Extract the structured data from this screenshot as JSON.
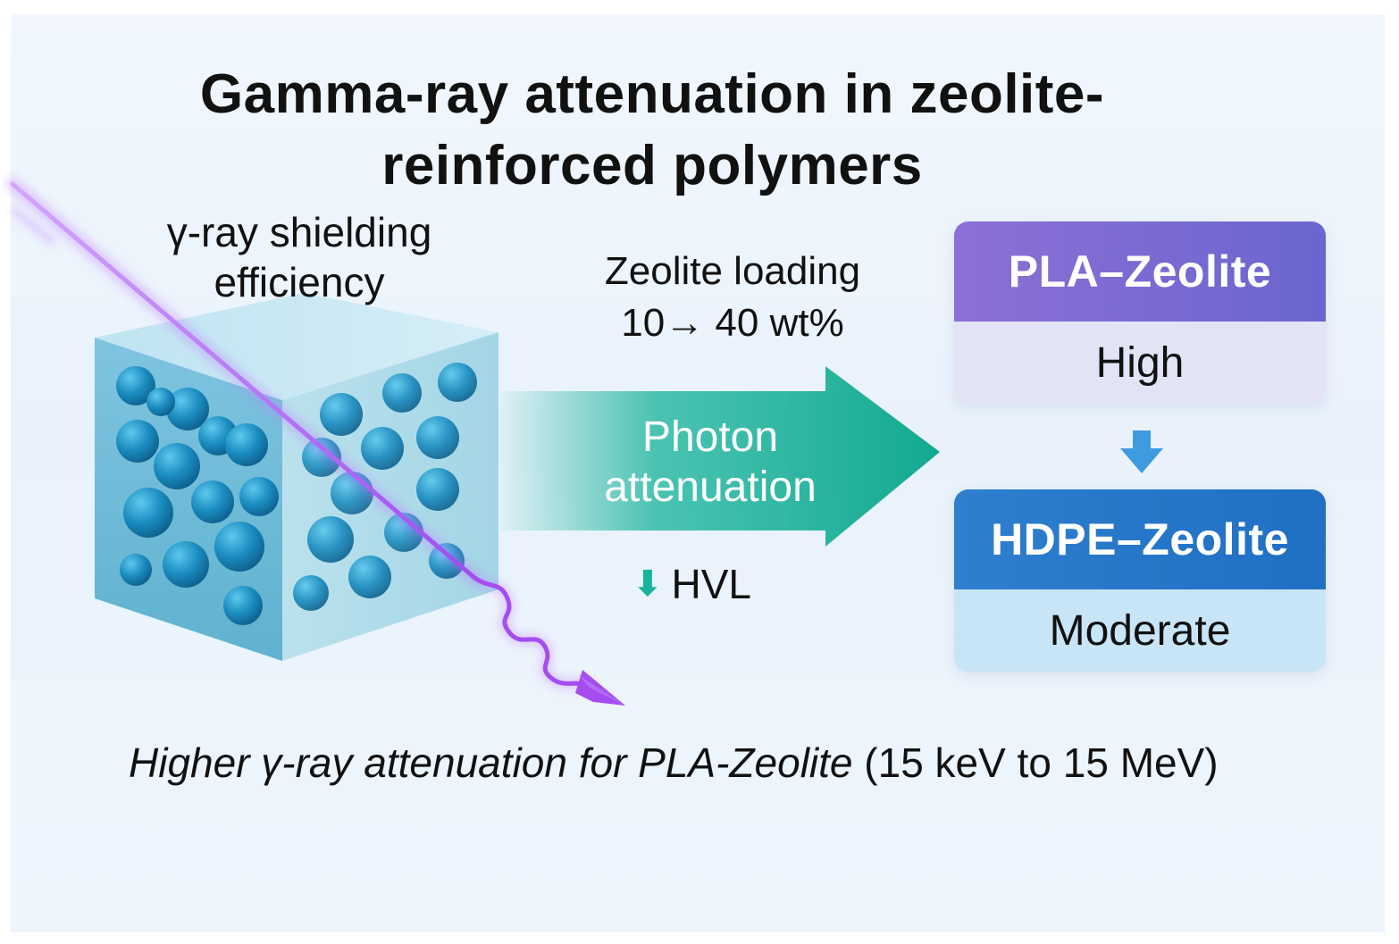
{
  "title": {
    "line1": "Gamma-ray  attenuation in zeolite-",
    "line2": "reinforced polymers"
  },
  "shielding_label": {
    "line1": "γ-ray shielding",
    "line2": "efficiency"
  },
  "loading_label": {
    "line1": "Zeolite loading",
    "line2": "10→ 40 wt%"
  },
  "arrow_label": {
    "line1": "Photon",
    "line2": "attenuation"
  },
  "hvl": {
    "symbol": "⬇",
    "text": "HVL"
  },
  "cards": [
    {
      "name": "PLA–Zeolite",
      "value": "High",
      "header_color": "#7a69d3"
    },
    {
      "name": "HDPE–Zeolite",
      "value": "Moderate",
      "header_color": "#2677c9"
    }
  ],
  "caption": {
    "italic": "Higher γ-ray attenuation for PLA-Zeolite",
    "plain": " (15 keV to 15 MeV)"
  },
  "colors": {
    "background": "#eaf3fc",
    "arrow": "#17b39a",
    "ray": "#a64df0",
    "cube": "#5fb0d3",
    "spheres": "#1a86b8"
  },
  "icons": [
    "gamma-ray-icon",
    "zeolite-cube-icon",
    "attenuation-arrow-icon",
    "down-arrow-icon"
  ]
}
